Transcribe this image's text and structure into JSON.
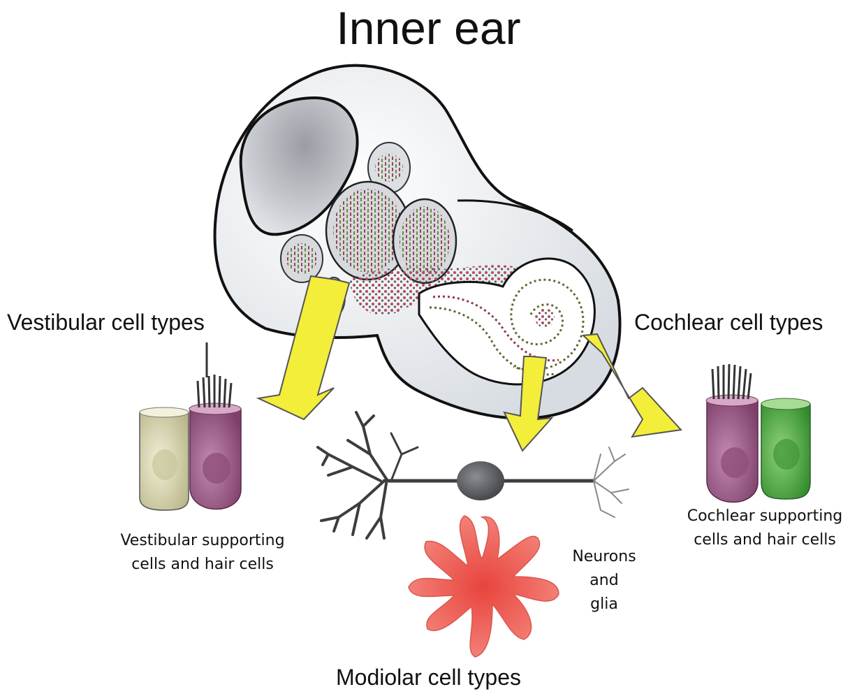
{
  "title": "Inner ear",
  "labels": {
    "vestibular_cell_types": "Vestibular cell types",
    "cochlear_cell_types": "Cochlear cell types",
    "modiolar_cell_types": "Modiolar cell types"
  },
  "captions": {
    "vestibular": [
      "Vestibular supporting",
      "cells and hair cells"
    ],
    "cochlear": [
      "Cochlear supporting",
      "cells and hair cells"
    ],
    "neurons": [
      "Neurons",
      "and",
      "glia"
    ]
  },
  "colors": {
    "arrow": "#f2ee3a",
    "hair_cell": "#9c5f88",
    "vestibular_support": "#d9d6ad",
    "cochlear_support": "#4fa83f",
    "neuron": "#555559",
    "modiolar_cell": "#ef6a62",
    "cell_dots": "#c04a5a"
  }
}
